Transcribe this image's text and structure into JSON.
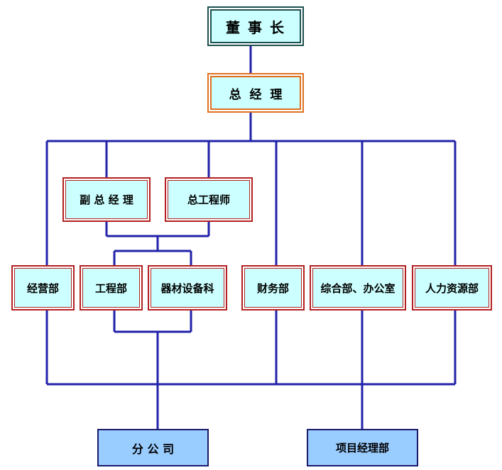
{
  "colors": {
    "connector": "#2222aa",
    "box_fill": "#ccffff",
    "bottom_fill": "#99ccff",
    "red_border": "#b22020",
    "orange_border": "#e07020"
  },
  "org": {
    "chairman": "董 事 长",
    "general_manager": "总  经  理",
    "deputy_gm": "副 总 经 理",
    "chief_engineer": "总工程师",
    "business_dept": "经营部",
    "engineering_dept": "工程部",
    "equipment_section": "器材设备科",
    "finance_dept": "财务部",
    "admin_office": "综合部、办公室",
    "hr_dept": "人力资源部",
    "branch_company": "分 公 司",
    "project_dept": "项目经理部"
  }
}
